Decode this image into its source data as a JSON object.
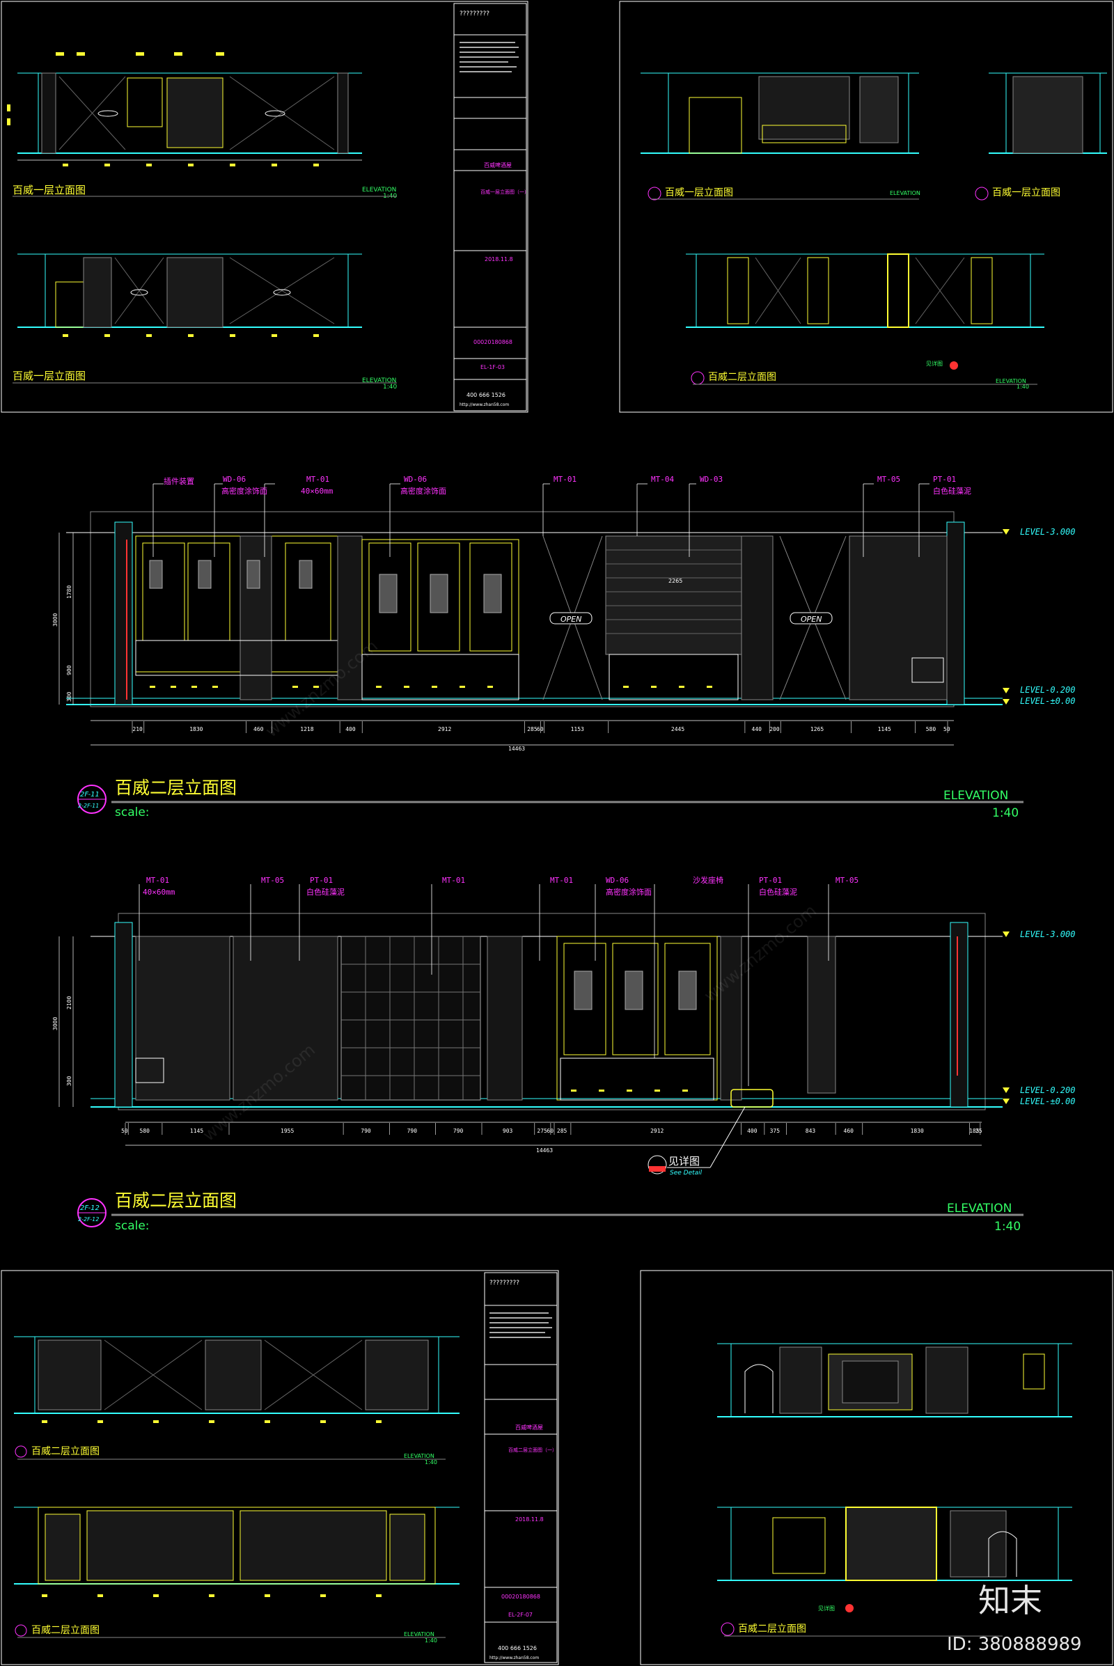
{
  "sheet_top_left": {
    "title_1": "百威一层立面图",
    "title_2": "百威一层立面图",
    "elevation_label": "ELEVATION",
    "scale": "1:40",
    "title_block": {
      "header": "?????????",
      "project": "百威啤酒屋",
      "drawing": "百威一层立面图（一）",
      "date": "2018.11.8",
      "contract_no": "00020180868",
      "drawing_no": "EL-1F-03",
      "phone": "400 666 1526",
      "web": "http://www.zhan58.com"
    }
  },
  "sheet_top_right": {
    "title_1": "百威一层立面图",
    "title_2": "百威一层立面图",
    "title_3": "百威二层立面图",
    "elevation_label": "ELEVATION",
    "scale": "1:40",
    "detail_label": "见详图"
  },
  "main_1": {
    "title": "百威二层立面图",
    "tag_top": "2F-11",
    "tag_bottom": "2-2F-11",
    "scale_label": "scale:",
    "elevation_label": "ELEVATION",
    "scale": "1:40",
    "callouts": [
      {
        "code": "",
        "text": "插件装置"
      },
      {
        "code": "WD-06",
        "text": "高密度涂饰面"
      },
      {
        "code": "MT-01",
        "text": "40×60mm"
      },
      {
        "code": "WD-06",
        "text": "高密度涂饰面"
      },
      {
        "code": "MT-01",
        "text": ""
      },
      {
        "code": "MT-04",
        "text": ""
      },
      {
        "code": "WD-03",
        "text": ""
      },
      {
        "code": "MT-05",
        "text": ""
      },
      {
        "code": "PT-01",
        "text": "白色硅藻泥"
      }
    ],
    "levels": [
      "LEVEL-3.000",
      "LEVEL-0.200",
      "LEVEL-±0.00"
    ],
    "dims": [
      "210",
      "1830",
      "460",
      "1218",
      "400",
      "2912",
      "285",
      "60",
      "1153",
      "2445",
      "440",
      "200",
      "1265",
      "1145",
      "580",
      "50"
    ],
    "total": "14463",
    "left_dims": [
      "3000",
      "1780",
      "900",
      "300"
    ],
    "open_labels": [
      "OPEN",
      "OPEN"
    ],
    "inner_dim": "2265"
  },
  "main_2": {
    "title": "百威二层立面图",
    "tag_top": "2F-12",
    "tag_bottom": "2-2F-12",
    "scale_label": "scale:",
    "elevation_label": "ELEVATION",
    "scale": "1:40",
    "callouts": [
      {
        "code": "MT-01",
        "text": "40×60mm"
      },
      {
        "code": "MT-05",
        "text": ""
      },
      {
        "code": "PT-01",
        "text": "白色硅藻泥"
      },
      {
        "code": "MT-01",
        "text": ""
      },
      {
        "code": "MT-01",
        "text": ""
      },
      {
        "code": "WD-06",
        "text": "高密度涂饰面"
      },
      {
        "code": "",
        "text": "沙发座椅"
      },
      {
        "code": "PT-01",
        "text": "白色硅藻泥"
      },
      {
        "code": "MT-05",
        "text": ""
      }
    ],
    "levels": [
      "LEVEL-3.000",
      "LEVEL-0.200",
      "LEVEL-±0.00"
    ],
    "dims": [
      "50",
      "580",
      "1145",
      "1955",
      "790",
      "790",
      "790",
      "903",
      "275",
      "60",
      "285",
      "2912",
      "400",
      "375",
      "843",
      "460",
      "1830",
      "185",
      "25"
    ],
    "total": "14463",
    "left_dims": [
      "3000",
      "2100",
      "300"
    ],
    "detail_label": "见详图",
    "detail_sub": "See Detail"
  },
  "sheet_bottom_left": {
    "title_1": "百威二层立面图",
    "title_2": "百威二层立面图",
    "elevation_label": "ELEVATION",
    "scale": "1:40",
    "title_block": {
      "header": "?????????",
      "project": "百威啤酒屋",
      "drawing": "百威二层立面图（一）",
      "date": "2018.11.8",
      "contract_no": "00020180868",
      "drawing_no": "EL-2F-07",
      "phone": "400 666 1526",
      "web": "http://www.zhan58.com"
    }
  },
  "sheet_bottom_right": {
    "title_1": "百威二层立面图",
    "detail_label": "见详图"
  },
  "watermark": {
    "logo": "知末",
    "id": "ID: 380888989",
    "site": "www.znzmo.com"
  },
  "colors": {
    "cyan": "#33ffff",
    "yellow": "#ffff33",
    "magenta": "#ff33ff",
    "green": "#33ff66",
    "white": "#ffffff",
    "red": "#ff3333"
  }
}
